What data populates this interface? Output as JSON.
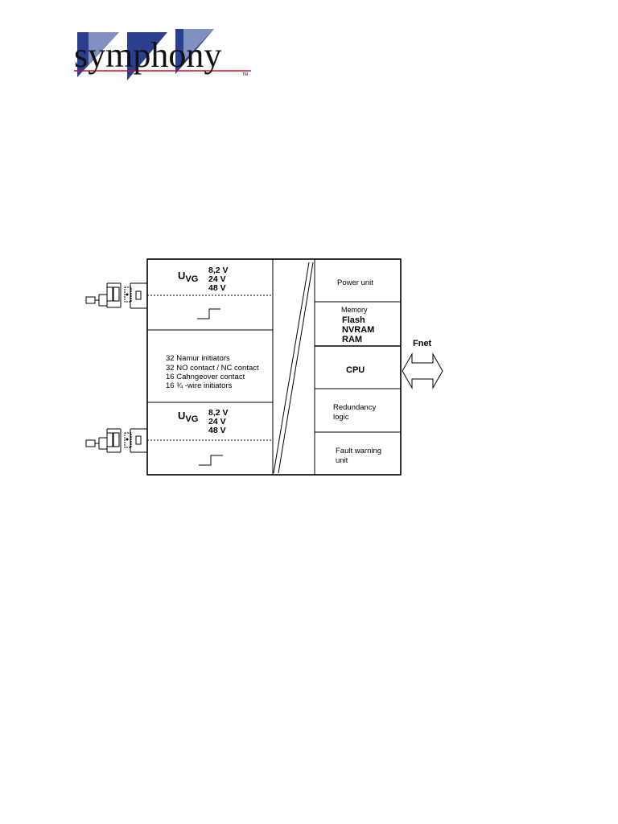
{
  "logo": {
    "brand": "symphony",
    "trademark": "TM",
    "colors": {
      "blue": "#2b3f8f",
      "light_blue": "#b9c6e2",
      "red_line": "#c8102e"
    }
  },
  "diagram": {
    "upper_block": {
      "symbol": "U",
      "subscript": "VG",
      "voltages": [
        "8,2 V",
        "24  V",
        "48  V"
      ]
    },
    "lower_block": {
      "symbol": "U",
      "subscript": "VG",
      "voltages": [
        "8,2 V",
        "24  V",
        "48  V"
      ]
    },
    "initiators": [
      "32 Namur initiators",
      "32 NO contact / NC contact",
      "16 Cahngeover contact",
      "16 ¾ -wire initiators"
    ],
    "right_column": {
      "power_unit": "Power unit",
      "memory_title": "Memory",
      "memory_items": [
        "Flash",
        "NVRAM",
        "RAM"
      ],
      "cpu": "CPU",
      "redundancy": [
        "Redundancy",
        "logic"
      ],
      "fault": [
        "Fault warning",
        "unit"
      ]
    },
    "bus": {
      "label": "Fnet"
    }
  }
}
